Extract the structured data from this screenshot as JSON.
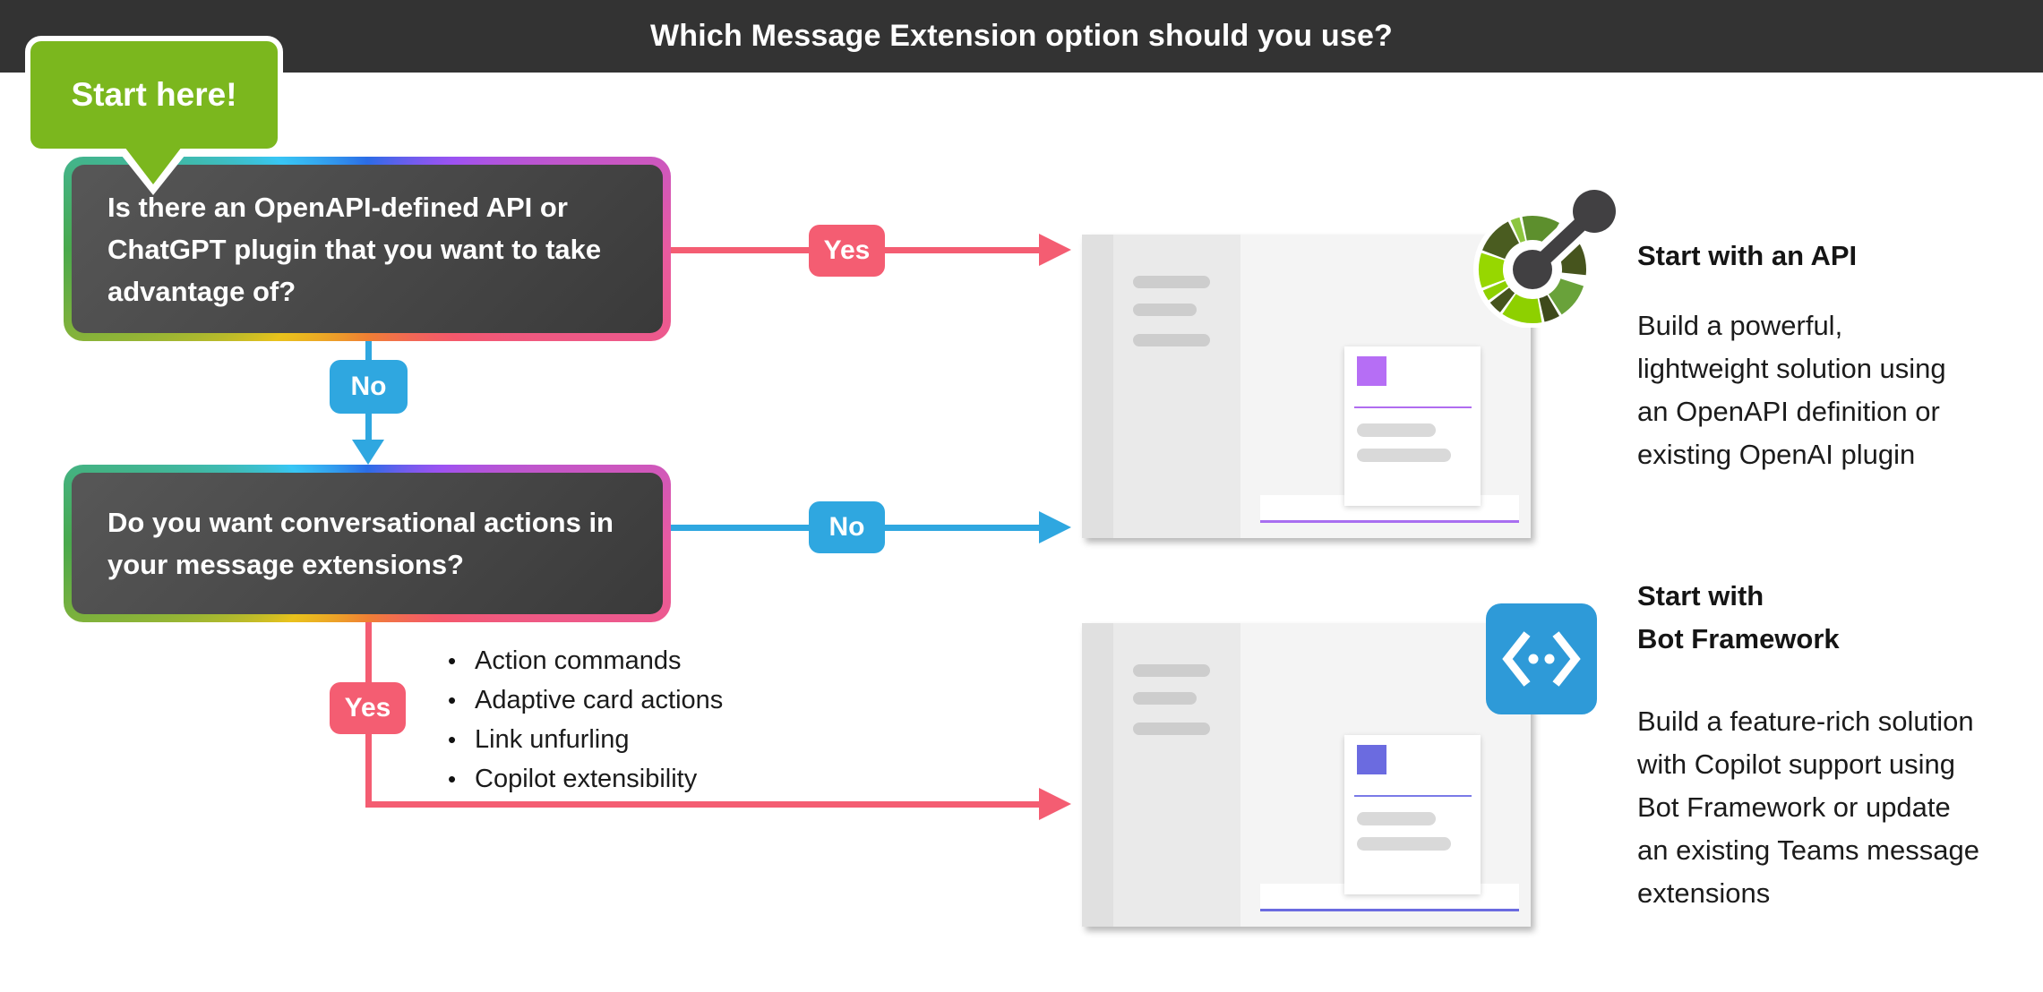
{
  "header": {
    "title": "Which Message Extension option should you use?",
    "bg_color": "#333333",
    "text_color": "#ffffff"
  },
  "start_badge": {
    "label": "Start here!",
    "color": "#7bb71e"
  },
  "questions": [
    {
      "text": "Is there an OpenAPI-defined API or ChatGPT plugin that you want to take advantage of?"
    },
    {
      "text": "Do you want conversational actions in your message extensions?"
    }
  ],
  "connectors": {
    "yes_label": "Yes",
    "no_label": "No",
    "yes_color": "#f45d72",
    "no_color": "#2fa7e0",
    "rainbow_border": [
      "#38c6f4",
      "#2b6ce6",
      "#9d52f2",
      "#e85aa0",
      "#f4586c",
      "#f08034",
      "#e9c21c",
      "#49a94c"
    ]
  },
  "yes_options": [
    "Action commands",
    "Adaptive card actions",
    "Link unfurling",
    "Copilot extensibility"
  ],
  "outcomes": [
    {
      "title": "Start with an API",
      "description": "Build a powerful, lightweight solution using an OpenAPI definition or existing OpenAI plugin",
      "icon": "openapi-wheel-icon",
      "accent_color": "#b66ef5"
    },
    {
      "title": "Start with\nBot Framework",
      "description": "Build a feature-rich solution with Copilot support using Bot Framework or update an existing Teams message extensions",
      "icon": "bot-framework-icon",
      "accent_color": "#6b6be0",
      "icon_bg": "#2e9ad8"
    }
  ],
  "icons": {
    "openapi": {
      "hub_color": "#414042",
      "segments": [
        {
          "a0": 349,
          "a1": 30,
          "c": "#5d8f2d"
        },
        {
          "a0": 33,
          "a1": 96,
          "c": "#46541d"
        },
        {
          "a0": 108,
          "a1": 147,
          "c": "#69a23a"
        },
        {
          "a0": 150,
          "a1": 167,
          "c": "#3e4a1b"
        },
        {
          "a0": 170,
          "a1": 214,
          "c": "#8ed000"
        },
        {
          "a0": 217,
          "a1": 232,
          "c": "#46541d"
        },
        {
          "a0": 235,
          "a1": 247,
          "c": "#8ed000"
        },
        {
          "a0": 250,
          "a1": 288,
          "c": "#97d700"
        },
        {
          "a0": 291,
          "a1": 333,
          "c": "#4a5c20"
        },
        {
          "a0": 336,
          "a1": 346,
          "c": "#8dc63f"
        }
      ]
    }
  }
}
